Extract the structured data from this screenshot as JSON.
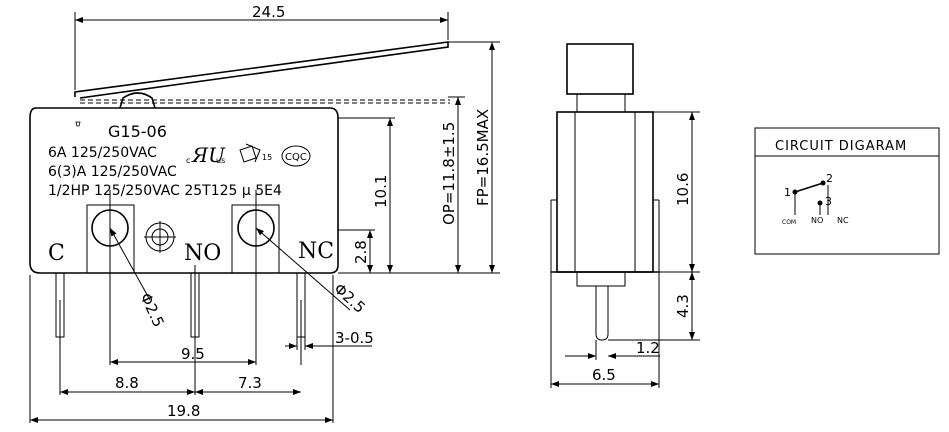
{
  "front_view": {
    "model": "G15-06",
    "ratings": [
      "6A 125/250VAC",
      "6(3)A 125/250VAC",
      "1/2HP 125/250VAC 25T125 μ 5E4"
    ],
    "terminals": {
      "c": "C",
      "no": "NO",
      "nc": "NC"
    },
    "marks": {
      "c_small": "c",
      "us": "us",
      "num15": "15",
      "cqc": "CQC"
    },
    "dims": {
      "overall_length": "24.5",
      "body_length": "19.8",
      "c_to_no": "8.8",
      "no_to_nc": "7.3",
      "c_to_nc": "9.5",
      "hole_dia_1": "Φ2.5",
      "hole_dia_2": "Φ2.5",
      "terminal_width": "3-0.5",
      "height_10_1": "10.1",
      "height_2_8": "2.8",
      "op": "OP=11.8±1.5",
      "fp": "FP=16.5MAX"
    }
  },
  "side_view": {
    "dims": {
      "height": "10.6",
      "terminal_len": "4.3",
      "width": "6.5",
      "terminal_w": "1.2"
    }
  },
  "circuit": {
    "title": "CIRCUIT DIGARAM",
    "pins": {
      "p1": "1",
      "p2": "2",
      "p3": "3"
    },
    "labels": {
      "com": "COM",
      "no": "NO",
      "nc": "NC"
    }
  }
}
